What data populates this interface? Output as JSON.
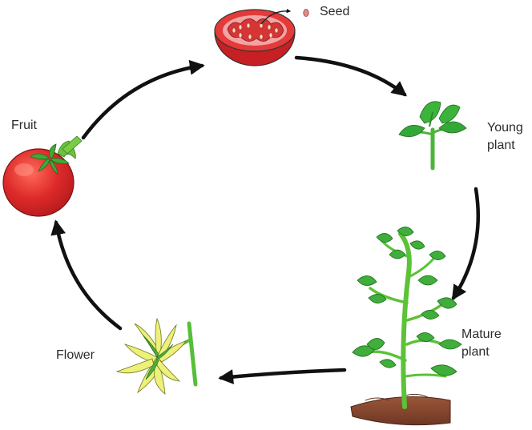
{
  "diagram": {
    "type": "life-cycle",
    "stages": [
      {
        "id": "seed",
        "label": "Seed"
      },
      {
        "id": "young-plant",
        "label_lines": [
          "Young",
          "plant"
        ]
      },
      {
        "id": "mature-plant",
        "label_lines": [
          "Mature",
          "plant"
        ]
      },
      {
        "id": "flower",
        "label": "Flower"
      },
      {
        "id": "fruit",
        "label": "Fruit"
      }
    ],
    "cycle_order": [
      "seed",
      "young-plant",
      "mature-plant",
      "flower",
      "fruit",
      "seed"
    ],
    "colors": {
      "arrow": "#111111",
      "tomato_red": "#d9282a",
      "tomato_flesh": "#f0a0a0",
      "leaf_green": "#3cb23c",
      "stem_green": "#6cc43c",
      "petal_yellow": "#eef07a",
      "soil_brown": "#8a4a32"
    }
  }
}
